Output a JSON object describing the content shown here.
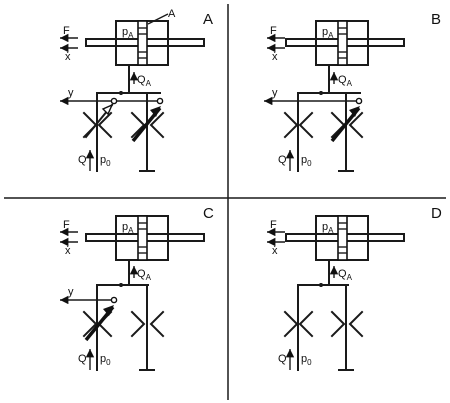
{
  "panels": [
    {
      "id": "A",
      "label": "A",
      "labels": {
        "force": "F",
        "velocity": "ẋ",
        "pressure": "p",
        "pressure_sub": "A",
        "flow": "Q",
        "flow_sub": "A",
        "piston": "A",
        "control": "y",
        "supply_flow": "Q",
        "supply_pressure": "p",
        "supply_pressure_sub": "0"
      }
    },
    {
      "id": "B",
      "label": "B",
      "labels": {
        "force": "F",
        "velocity": "ẋ",
        "pressure": "p",
        "pressure_sub": "A",
        "flow": "Q",
        "flow_sub": "A",
        "control": "y",
        "supply_flow": "Q",
        "supply_pressure": "p",
        "supply_pressure_sub": "0"
      }
    },
    {
      "id": "C",
      "label": "C",
      "labels": {
        "force": "F",
        "velocity": "ẋ",
        "pressure": "p",
        "pressure_sub": "A",
        "flow": "Q",
        "flow_sub": "A",
        "control": "y",
        "supply_flow": "Q",
        "supply_pressure": "p",
        "supply_pressure_sub": "0"
      }
    },
    {
      "id": "D",
      "label": "D",
      "labels": {
        "force": "F",
        "velocity": "ẋ",
        "pressure": "p",
        "pressure_sub": "A",
        "flow": "Q",
        "flow_sub": "A",
        "supply_flow": "Q",
        "supply_pressure": "p",
        "supply_pressure_sub": "0"
      }
    }
  ]
}
